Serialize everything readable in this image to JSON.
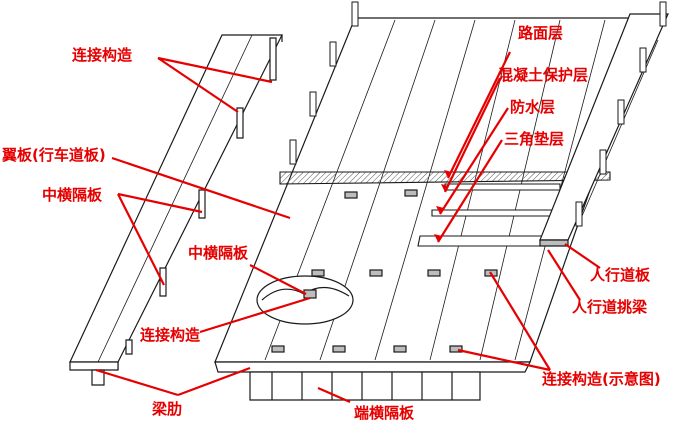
{
  "colors": {
    "label": "#e60000",
    "line": "#1a1a1a",
    "fill": "#ffffff",
    "shade": "#d9d9d9"
  },
  "labels": {
    "lianjie_top": "连接构造",
    "yiban": "翼板(行车道板)",
    "zhonghengge_left": "中横隔板",
    "zhonghengge_mid": "中横隔板",
    "lianjie_mid": "连接构造",
    "liangle": "梁肋",
    "duanhengge": "端横隔板",
    "lumian": "路面层",
    "hunningtu": "混凝土保护层",
    "fangshui": "防水层",
    "sanjiao": "三角垫层",
    "renxingdao": "人行道板",
    "renxingdao_tiaoliang": "人行道挑梁",
    "lianjie_shiyi": "连接构造(示意图)"
  }
}
